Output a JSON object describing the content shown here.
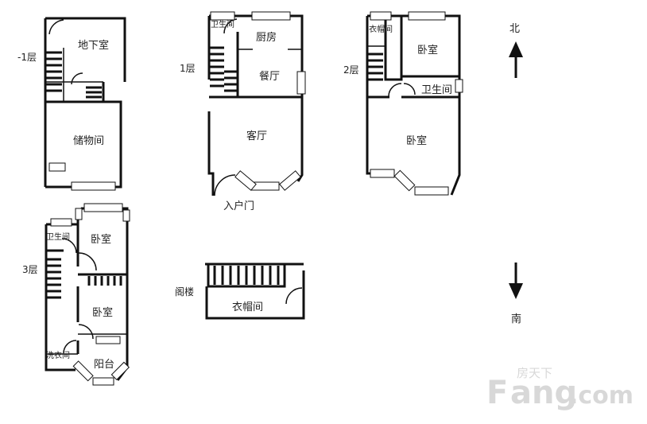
{
  "floors": {
    "b1": "-1层",
    "f1": "1层",
    "f2": "2层",
    "f3": "3层",
    "attic": "阁楼"
  },
  "rooms": {
    "b1_basement": "地下室",
    "b1_storage": "储物间",
    "f1_bath": "卫生间",
    "f1_kitchen": "厨房",
    "f1_dining": "餐厅",
    "f1_living": "客厅",
    "f1_entry": "入户门",
    "f2_closet": "衣帽间",
    "f2_bed_n": "卧室",
    "f2_bath": "卫生间",
    "f2_bed_s": "卧室",
    "f3_bath": "卫生间",
    "f3_bed_n": "卧室",
    "f3_bed_s": "卧室",
    "f3_laundry": "洗衣间",
    "f3_balcony": "阳台",
    "attic_closet": "衣帽间"
  },
  "compass": {
    "north": "北",
    "south": "南"
  },
  "watermark": {
    "cn": "房天下",
    "brand": "Fang",
    "domain": ".com"
  },
  "colors": {
    "line": "#111111",
    "watermark": "#d8d8d8"
  }
}
